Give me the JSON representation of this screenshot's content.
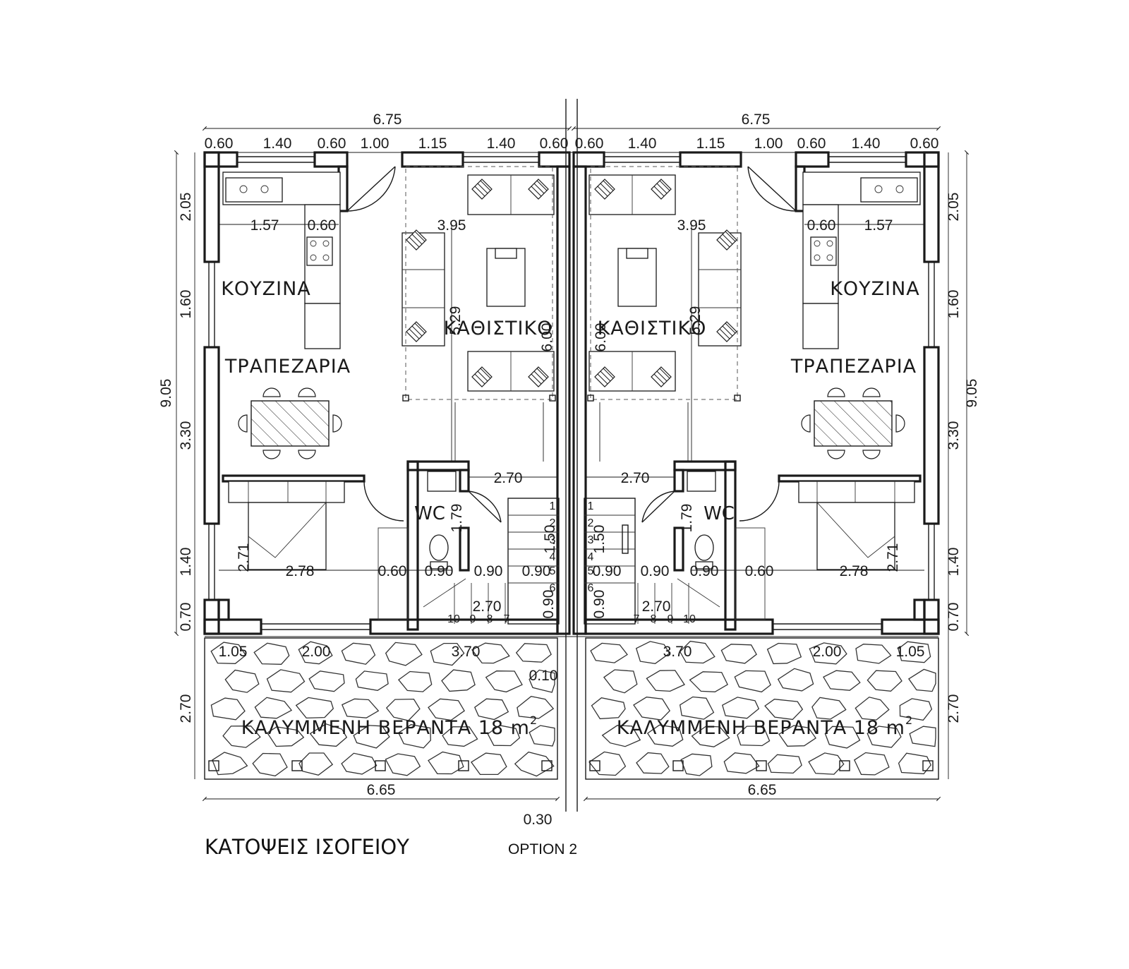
{
  "rooms": {
    "kitchen": "ΚΟΥΖΙΝΑ",
    "dining": "ΤΡΑΠΕΖΑΡΙΑ",
    "living": "ΚΑΘΙΣΤΙΚΟ",
    "wc": "WC",
    "veranda": "ΚΑΛΥΜΜΕΝΗ ΒΕΡΑΝΤΑ 18 m",
    "veranda_sup": "2"
  },
  "caption": {
    "title": "ΚΑΤΟΨΕΙΣ ΙΣΟΓΕΙΟΥ",
    "option": "OPTION 2"
  },
  "left_unit": {
    "top_total": "6.75",
    "top_segments": [
      "0.60",
      "1.40",
      "0.60",
      "1.00",
      "1.15",
      "1.40",
      "0.60"
    ],
    "left_total": "9.05",
    "left_segments": [
      "2.05",
      "1.60",
      "3.30",
      "1.40",
      "0.70"
    ],
    "veranda_height": "2.70",
    "bottom_total": "6.65",
    "front_segments": [
      "1.05",
      "2.00",
      "3.70"
    ],
    "inner": {
      "kitchen_w": "1.57",
      "counter_w": "0.60",
      "living_w": "3.95",
      "living_h": "5.29",
      "stair_h": "6.00",
      "hall_w": "2.70",
      "wc_h": "1.79",
      "stair_run": "1.50",
      "bed_h": "2.71",
      "bed_w": "2.78",
      "gap_060": "0.60",
      "gap_090": [
        "0.90",
        "0.90",
        "0.90"
      ],
      "stair_end": "0.90",
      "landing_w": "2.70"
    },
    "steps_upper": [
      "1",
      "2",
      "3",
      "4",
      "5",
      "6"
    ],
    "steps_lower": [
      "10",
      "9",
      "8",
      "7"
    ]
  },
  "right_unit": {
    "top_total": "6.75",
    "top_segments": [
      "0.60",
      "1.40",
      "1.15",
      "1.00",
      "0.60",
      "1.40",
      "0.60"
    ],
    "right_total": "9.05",
    "right_segments": [
      "2.05",
      "1.60",
      "3.30",
      "1.40",
      "0.70"
    ],
    "veranda_height": "2.70",
    "bottom_total": "6.65",
    "front_segments": [
      "3.70",
      "2.00",
      "1.05"
    ],
    "inner": {
      "kitchen_w": "1.57",
      "counter_w": "0.60",
      "living_w": "3.95",
      "living_h": "5.29",
      "stair_h": "6.00",
      "hall_w": "2.70",
      "wc_h": "1.79",
      "stair_run": "1.50",
      "bed_h": "2.71",
      "bed_w": "2.78",
      "gap_060": "0.60",
      "gap_090": [
        "0.90",
        "0.90",
        "0.90"
      ],
      "stair_end": "0.90",
      "landing_w": "2.70"
    },
    "steps_upper": [
      "1",
      "2",
      "3",
      "4",
      "5",
      "6"
    ],
    "steps_lower": [
      "7",
      "8",
      "9",
      "10"
    ]
  },
  "shared": {
    "party_wall_gap": "0.10",
    "party_wall_bottom": "0.30"
  }
}
